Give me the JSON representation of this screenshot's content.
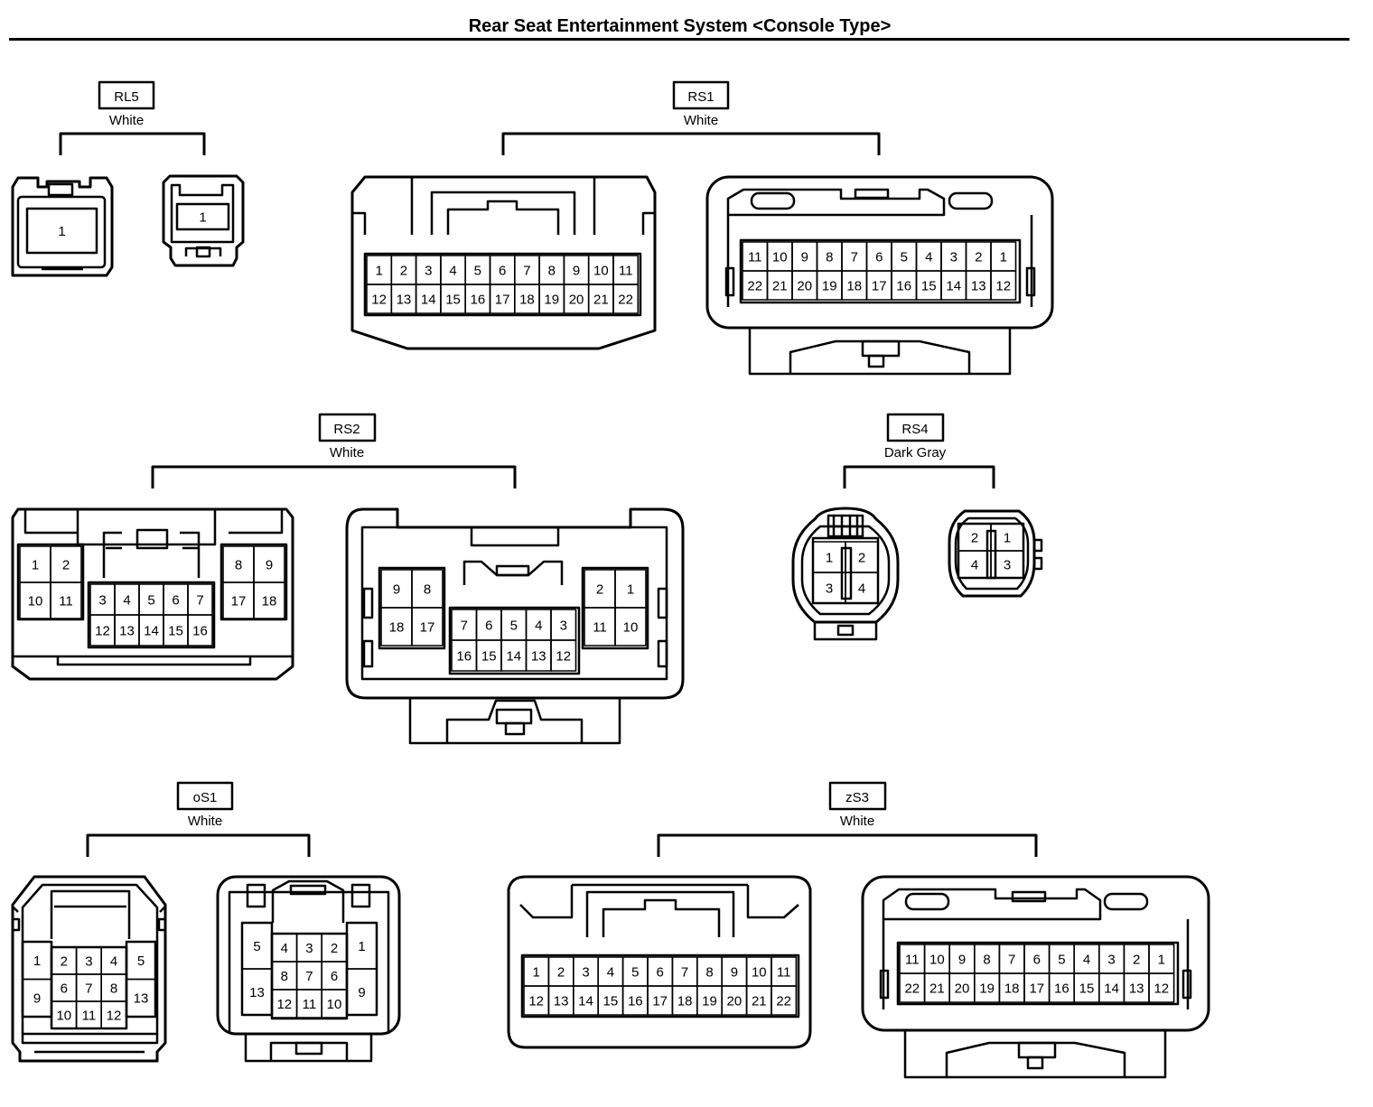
{
  "title": "Rear Seat Entertainment System <Console Type>",
  "connectors": [
    {
      "id": "RL5",
      "color": "White"
    },
    {
      "id": "RS1",
      "color": "White"
    },
    {
      "id": "RS2",
      "color": "White"
    },
    {
      "id": "RS4",
      "color": "Dark Gray"
    },
    {
      "id": "oS1",
      "color": "White"
    },
    {
      "id": "zS3",
      "color": "White"
    }
  ],
  "pins": {
    "rl5_a": [
      "1"
    ],
    "rl5_b": [
      "1"
    ],
    "rs1_a": [
      [
        "1",
        "2",
        "3",
        "4",
        "5",
        "6",
        "7",
        "8",
        "9",
        "10",
        "11"
      ],
      [
        "12",
        "13",
        "14",
        "15",
        "16",
        "17",
        "18",
        "19",
        "20",
        "21",
        "22"
      ]
    ],
    "rs1_b": [
      [
        "11",
        "10",
        "9",
        "8",
        "7",
        "6",
        "5",
        "4",
        "3",
        "2",
        "1"
      ],
      [
        "22",
        "21",
        "20",
        "19",
        "18",
        "17",
        "16",
        "15",
        "14",
        "13",
        "12"
      ]
    ],
    "rs2_a_left": [
      [
        "1",
        "2"
      ],
      [
        "10",
        "11"
      ]
    ],
    "rs2_a_mid": [
      [
        "3",
        "4",
        "5",
        "6",
        "7"
      ],
      [
        "12",
        "13",
        "14",
        "15",
        "16"
      ]
    ],
    "rs2_a_right": [
      [
        "8",
        "9"
      ],
      [
        "17",
        "18"
      ]
    ],
    "rs2_b_left": [
      [
        "9",
        "8"
      ],
      [
        "18",
        "17"
      ]
    ],
    "rs2_b_mid": [
      [
        "7",
        "6",
        "5",
        "4",
        "3"
      ],
      [
        "16",
        "15",
        "14",
        "13",
        "12"
      ]
    ],
    "rs2_b_right": [
      [
        "2",
        "1"
      ],
      [
        "11",
        "10"
      ]
    ],
    "rs4_a": [
      [
        "1",
        "2"
      ],
      [
        "3",
        "4"
      ]
    ],
    "rs4_b": [
      [
        "2",
        "1"
      ],
      [
        "4",
        "3"
      ]
    ],
    "os1_a_left": [
      "1",
      "9"
    ],
    "os1_a_mid": [
      [
        "2",
        "3",
        "4"
      ],
      [
        "6",
        "7",
        "8"
      ],
      [
        "10",
        "11",
        "12"
      ]
    ],
    "os1_a_right": [
      "5",
      "13"
    ],
    "os1_b_left": [
      "5",
      "13"
    ],
    "os1_b_mid": [
      [
        "4",
        "3",
        "2"
      ],
      [
        "8",
        "7",
        "6"
      ],
      [
        "12",
        "11",
        "10"
      ]
    ],
    "os1_b_right": [
      "1",
      "9"
    ],
    "zs3_a": [
      [
        "1",
        "2",
        "3",
        "4",
        "5",
        "6",
        "7",
        "8",
        "9",
        "10",
        "11"
      ],
      [
        "12",
        "13",
        "14",
        "15",
        "16",
        "17",
        "18",
        "19",
        "20",
        "21",
        "22"
      ]
    ],
    "zs3_b": [
      [
        "11",
        "10",
        "9",
        "8",
        "7",
        "6",
        "5",
        "4",
        "3",
        "2",
        "1"
      ],
      [
        "22",
        "21",
        "20",
        "19",
        "18",
        "17",
        "16",
        "15",
        "14",
        "13",
        "12"
      ]
    ]
  }
}
